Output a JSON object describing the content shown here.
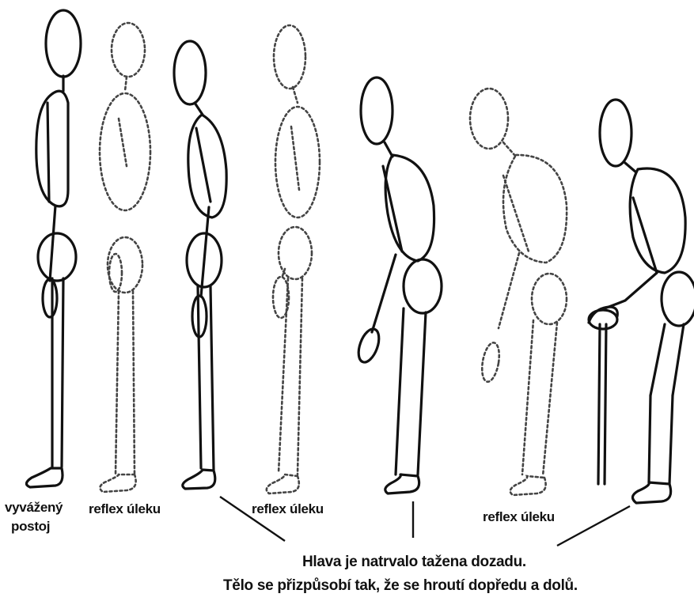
{
  "figures": [
    {
      "id": 1,
      "style": "solid",
      "label": "vyvážený",
      "label2": "postoj"
    },
    {
      "id": 2,
      "style": "dashed",
      "label": "reflex úleku"
    },
    {
      "id": 3,
      "style": "solid"
    },
    {
      "id": 4,
      "style": "dashed",
      "label": "reflex úleku"
    },
    {
      "id": 5,
      "style": "solid"
    },
    {
      "id": 6,
      "style": "dashed",
      "label": "reflex úleku"
    },
    {
      "id": 7,
      "style": "solid",
      "holds": "cane"
    }
  ],
  "caption": {
    "line1": "Hlava je natrvalo tažena dozadu.",
    "line2": "Tělo se přizpůsobí tak, že se hroutí dopředu a dolů."
  },
  "colors": {
    "ink": "#111111",
    "dashed_ink": "#444444",
    "background": "#ffffff"
  }
}
